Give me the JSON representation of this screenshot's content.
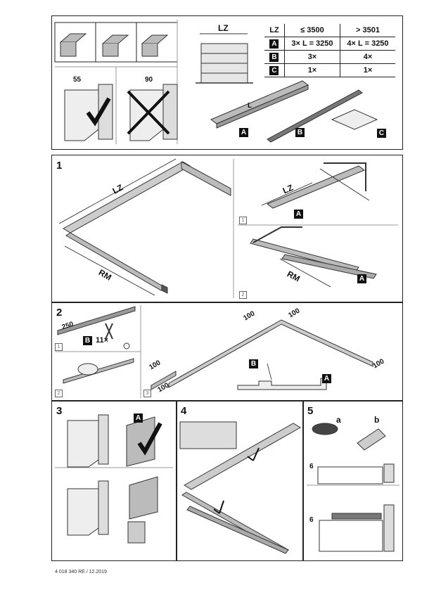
{
  "top": {
    "dim_55": "55",
    "dim_90": "90",
    "lz_label": "LZ",
    "table": {
      "header": [
        "LZ",
        "≤ 3500",
        "> 3501"
      ],
      "rows": [
        {
          "tag": "A",
          "c1": "3× L = 3250",
          "c2": "4× L = 3250"
        },
        {
          "tag": "B",
          "c1": "3×",
          "c2": "4×"
        },
        {
          "tag": "C",
          "c1": "1×",
          "c2": "1×"
        }
      ]
    },
    "l_label": "L",
    "tags": [
      "A",
      "B",
      "C"
    ]
  },
  "step1": {
    "number": "1",
    "lz": "LZ",
    "rm": "RM",
    "sub1": "1",
    "sub2": "2",
    "lz2": "LZ",
    "rm2": "RM",
    "tag_a1": "A",
    "tag_a2": "A"
  },
  "step2": {
    "number": "2",
    "dim_250": "250",
    "tag_b": "B",
    "count": "11×",
    "sub1": "1",
    "sub2": "2",
    "sub3": "3",
    "d100_a": "100",
    "d100_b": "100",
    "d100_c": "100",
    "d100_d": "100",
    "d100_e": "100",
    "tag_b2": "B",
    "tag_a": "A"
  },
  "step3": {
    "number": "3",
    "tag_a": "A"
  },
  "step4": {
    "number": "4"
  },
  "step5": {
    "number": "5",
    "a": "a",
    "b": "b",
    "d6_1": "6",
    "d6_2": "6"
  },
  "footer": "4 018 340  RE / 12.2019"
}
